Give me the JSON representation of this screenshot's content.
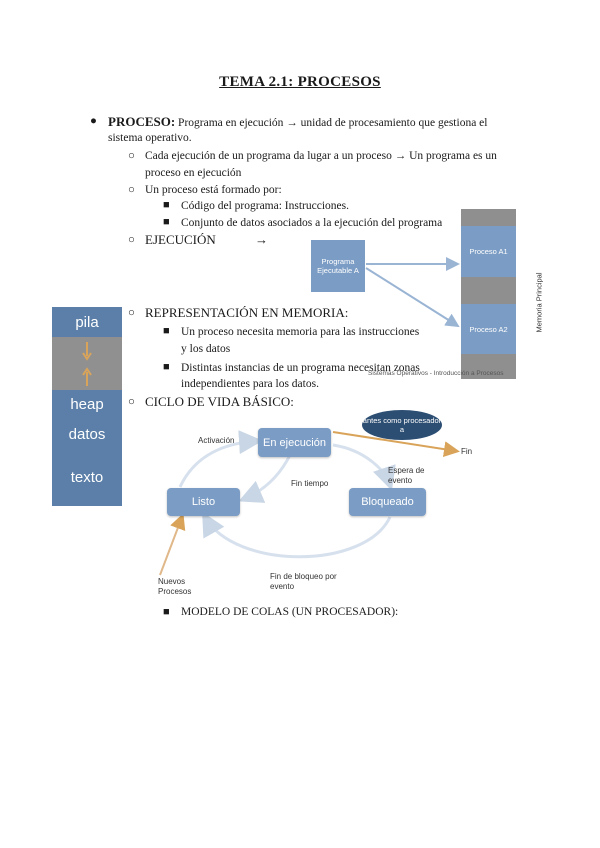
{
  "title": "TEMA 2.1: PROCESOS",
  "bullets": {
    "proceso_label": "PROCESO:",
    "proceso_text_1": " Programa en ejecución → unidad de procesamiento que gestiona el",
    "proceso_text_2": "sistema operativo.",
    "sub1_line1": "Cada ejecución de un programa da lugar a un proceso → Un programa es un",
    "sub1_line2": "proceso en ejecución",
    "sub2": "Un proceso está formado por:",
    "sub2_a": "Código del programa: Instrucciones.",
    "sub2_b": "Conjunto de datos asociados a la ejecución del programa",
    "ejecucion": "EJECUCIÓN",
    "ejecucion_arrow": "→",
    "representacion": "REPRESENTACIÓN EN MEMORIA:",
    "rep_a_1": "Un proceso necesita memoria para las instrucciones",
    "rep_a_2": "y los datos",
    "rep_b_1": "Distintas instancias de un programa necesitan zonas",
    "rep_b_2": "independientes para los datos.",
    "ciclo": "CICLO DE VIDA BÁSICO:",
    "modelo": "MODELO DE COLAS (UN PROCESADOR):"
  },
  "memory_stack": {
    "pila": "pila",
    "heap": "heap",
    "datos": "datos",
    "texto": "texto"
  },
  "exec_diagram": {
    "programa": "Programa Ejecutable A",
    "proceso_a1": "Proceso A1",
    "proceso_a2": "Proceso A2",
    "memoria": "Memoria Principal",
    "footer": "Sistemas Operativos - Introducción a Procesos"
  },
  "lifecycle": {
    "en_ejecucion": "En ejecución",
    "listo": "Listo",
    "bloqueado": "Bloqueado",
    "activacion": "Activación",
    "fin_tiempo": "Fin tiempo",
    "espera_evento": "Espera de evento",
    "fin_bloqueo": "Fin de bloqueo por evento",
    "nuevos": "Nuevos Procesos",
    "fin": "Fin",
    "callout": "antes como procesador a"
  }
}
